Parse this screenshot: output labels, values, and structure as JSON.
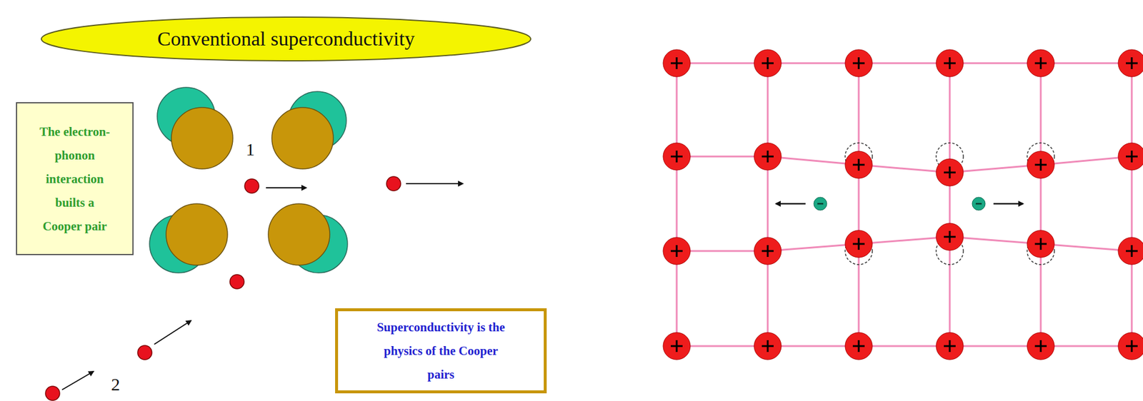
{
  "diagram": {
    "nodes": [
      {
        "text": [
          "Conventional superconductivity"
        ]
      },
      {
        "text": [
          "The electron-phonon interaction builts a Cooper pair"
        ]
      },
      {
        "text": [
          "Superconductivity is the physics of the Cooper pairs"
        ]
      }
    ],
    "labels": [
      "1",
      "2"
    ]
  }
}
